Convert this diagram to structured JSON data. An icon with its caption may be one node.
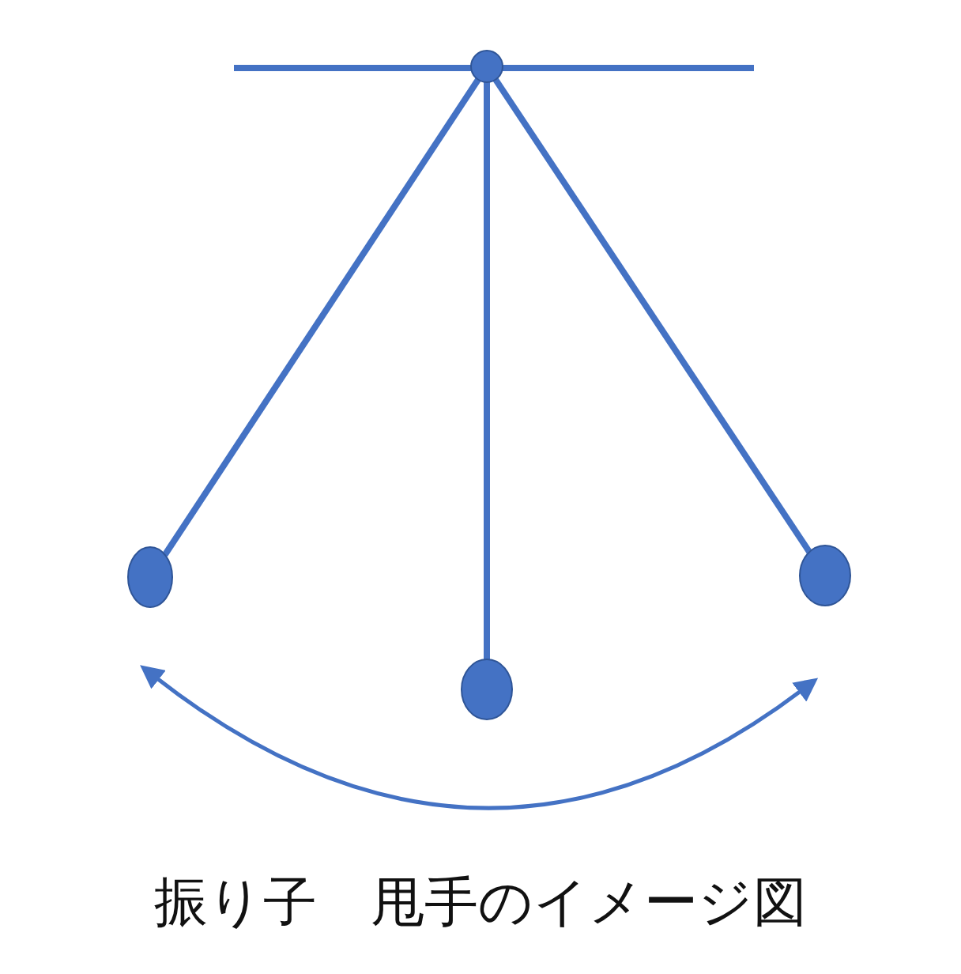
{
  "diagram": {
    "caption": "振り子　甩手のイメージ図",
    "nodes": [
      {
        "text": [],
        "shape": "circle"
      },
      {
        "text": [],
        "shape": "circle"
      },
      {
        "text": [],
        "shape": "circle"
      },
      {
        "text": [],
        "shape": "circle"
      }
    ],
    "edges": [
      {
        "from": 0,
        "to": 1,
        "arrow": "none"
      },
      {
        "from": 0,
        "to": 2,
        "arrow": "none"
      },
      {
        "from": 0,
        "to": 3,
        "arrow": "none"
      }
    ]
  }
}
